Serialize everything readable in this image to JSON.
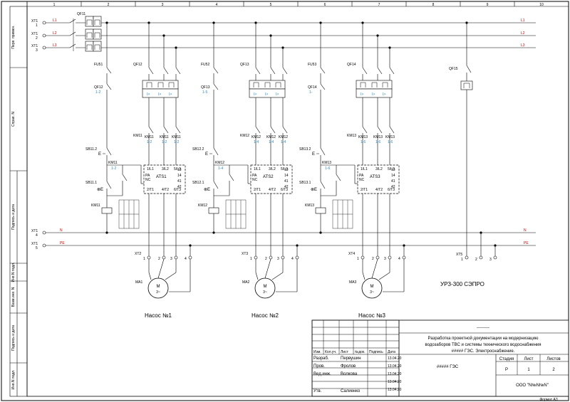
{
  "columns": [
    "1",
    "2",
    "3",
    "4",
    "5",
    "6",
    "7",
    "8",
    "9",
    "10"
  ],
  "side_labels": [
    "Перв. примен.",
    "Справ. N",
    "Подпись и дата",
    "Инв.N подл.",
    "Взам.инв. N",
    "Подпись и дата",
    "Инв.N подл."
  ],
  "terminals": {
    "top": [
      {
        "name": "XT1",
        "num": "1"
      },
      {
        "name": "XT1",
        "num": "2"
      },
      {
        "name": "XT1",
        "num": "3"
      }
    ],
    "n": {
      "name": "XT1",
      "num": "4"
    },
    "pe": {
      "name": "XT1",
      "num": "5"
    }
  },
  "phases": [
    "L1",
    "L2",
    "L3"
  ],
  "neutral": "N",
  "pe": "PE",
  "main_breaker": "QF11",
  "ups": {
    "breaker": "QF15",
    "terminal": "XT5",
    "label": "УРЗ-300 СЭПРО"
  },
  "pumps": [
    {
      "fuse": "FU51",
      "breaker": "QF12",
      "ctrl_breaker": "QF12",
      "ctrl_ref": "1-2",
      "km_top": "KM11",
      "km_refs": [
        "1-2",
        "1-2",
        "1-2"
      ],
      "sb_stop": "SB11.2",
      "sb_start": "SB11.1",
      "km_hold": "KM11",
      "km_hold_ref": "1-2",
      "coil": "KM11",
      "ats": "ATS1",
      "terminal": "XT2",
      "motor": "MA1",
      "name": "Насос №1"
    },
    {
      "fuse": "FU52",
      "breaker": "QF13",
      "ctrl_breaker": "QF13",
      "ctrl_ref": "1-5",
      "km_top": "KM12",
      "km_refs": [
        "1-4",
        "1-4",
        "1-4"
      ],
      "sb_stop": "SB12.2",
      "sb_start": "SB12.1",
      "km_hold": "KM12",
      "km_hold_ref": "1-4",
      "coil": "KM12",
      "ats": "ATS2",
      "terminal": "XT3",
      "motor": "MA2",
      "name": "Насос №2"
    },
    {
      "fuse": "FU53",
      "breaker": "QF14",
      "ctrl_breaker": "QF14",
      "ctrl_ref": "1-",
      "km_top": "KM13",
      "km_refs": [
        "1-6",
        "1-6",
        "1-6"
      ],
      "sb_stop": "SB13.2",
      "sb_start": "SB13.1",
      "km_hold": "KM13",
      "km_hold_ref": "1-6",
      "coil": "KM13",
      "ats": "ATS3",
      "terminal": "XT4",
      "motor": "MA3",
      "name": "Насос №3"
    }
  ],
  "motor_label": {
    "m": "M",
    "phases": "3~"
  },
  "ats_terms": {
    "top": [
      "1/L1",
      "3/L2",
      "5/L3"
    ],
    "bottom": [
      "2/T1",
      "4/T2",
      "6/T3"
    ],
    "mid": [
      "PA",
      "NC"
    ],
    "right": [
      "13",
      "14",
      "41",
      "42"
    ]
  },
  "terminal_nums": [
    "1",
    "2",
    "3",
    "4"
  ],
  "title_block": {
    "dashes": "---------",
    "project": "Разработка проектной документации на модернизацию водозаборов ТВС и системы технического водоснабжения ##### ГЭС. Электроснабжение.",
    "code": "##### ГЭС",
    "headers": [
      "Изм.",
      "Кол.уч.",
      "Лист",
      "№док.",
      "Подпись",
      "Дата"
    ],
    "people": [
      {
        "role": "Разраб.",
        "name": "Первушин",
        "date": "13.04.20"
      },
      {
        "role": "Пров.",
        "name": "Фролов",
        "date": "13.04.20"
      },
      {
        "role": "Вед.инж.",
        "name": "Волкова",
        "date": "13.04.20"
      },
      {
        "role": "",
        "name": "",
        "date": "13.04.20"
      },
      {
        "role": "Утв.",
        "name": "Салиенко",
        "date": "13.04.20"
      }
    ],
    "stage_headers": [
      "Стадия",
      "Лист",
      "Листов"
    ],
    "stage_values": [
      "Р",
      "1",
      "2"
    ],
    "company": "ООО \"N№N№N\"",
    "format": "Формат А3"
  },
  "colors": {
    "phase": "#c00000",
    "ref": "#2a8cc4",
    "line": "#000000"
  }
}
